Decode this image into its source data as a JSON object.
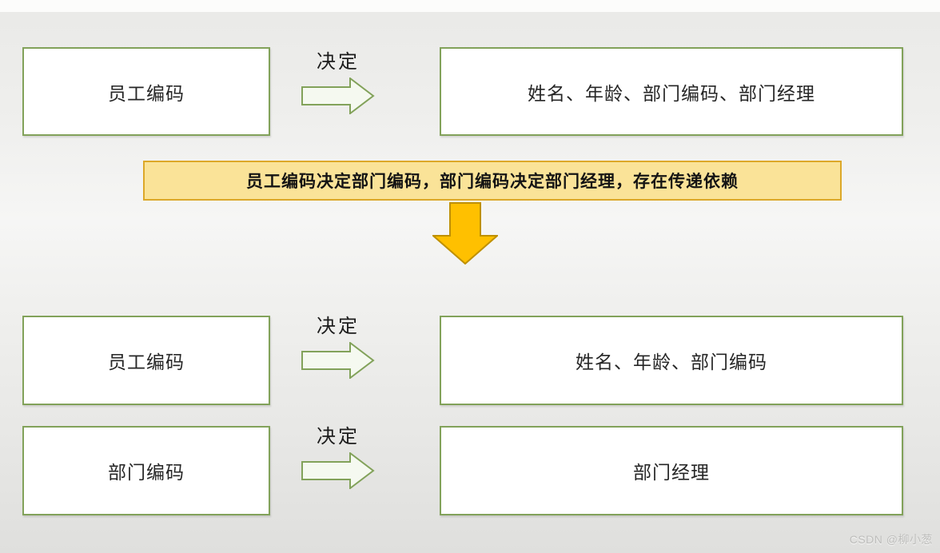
{
  "diagram": {
    "top": {
      "determinant": "员工编码",
      "arrow_label": "决定",
      "dependents": "姓名、年龄、部门编码、部门经理"
    },
    "note": "员工编码决定部门编码，部门编码决定部门经理，存在传递依赖",
    "bottom_rows": [
      {
        "determinant": "员工编码",
        "arrow_label": "决定",
        "dependents": "姓名、年龄、部门编码"
      },
      {
        "determinant": "部门编码",
        "arrow_label": "决定",
        "dependents": "部门经理"
      }
    ],
    "watermark": "CSDN @柳小葱"
  },
  "colors": {
    "box_border_green": "#82a25a",
    "arrow_fill_light": "#f5f9f0",
    "note_bg": "#fae398",
    "note_border": "#dca829",
    "down_arrow_fill": "#ffc000",
    "down_arrow_stroke": "#bf9000",
    "text": "#262626"
  }
}
